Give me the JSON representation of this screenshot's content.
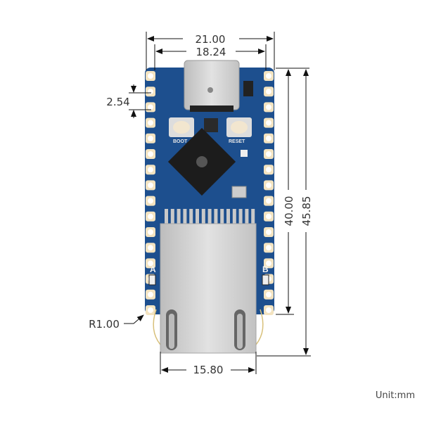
{
  "dimensions": {
    "width_total": "21.00",
    "width_pins": "18.24",
    "pin_pitch": "2.54",
    "height_board": "40.00",
    "height_total": "45.85",
    "corner_radius": "R1.00",
    "jack_width": "15.80"
  },
  "board": {
    "boot_label": "BOOT",
    "reset_label": "RESET",
    "led_a_label": "A",
    "led_b_label": "B",
    "pcb_color": "#1d4f8e",
    "pad_color": "#f3e3c0"
  },
  "unit_label": "Unit:mm"
}
